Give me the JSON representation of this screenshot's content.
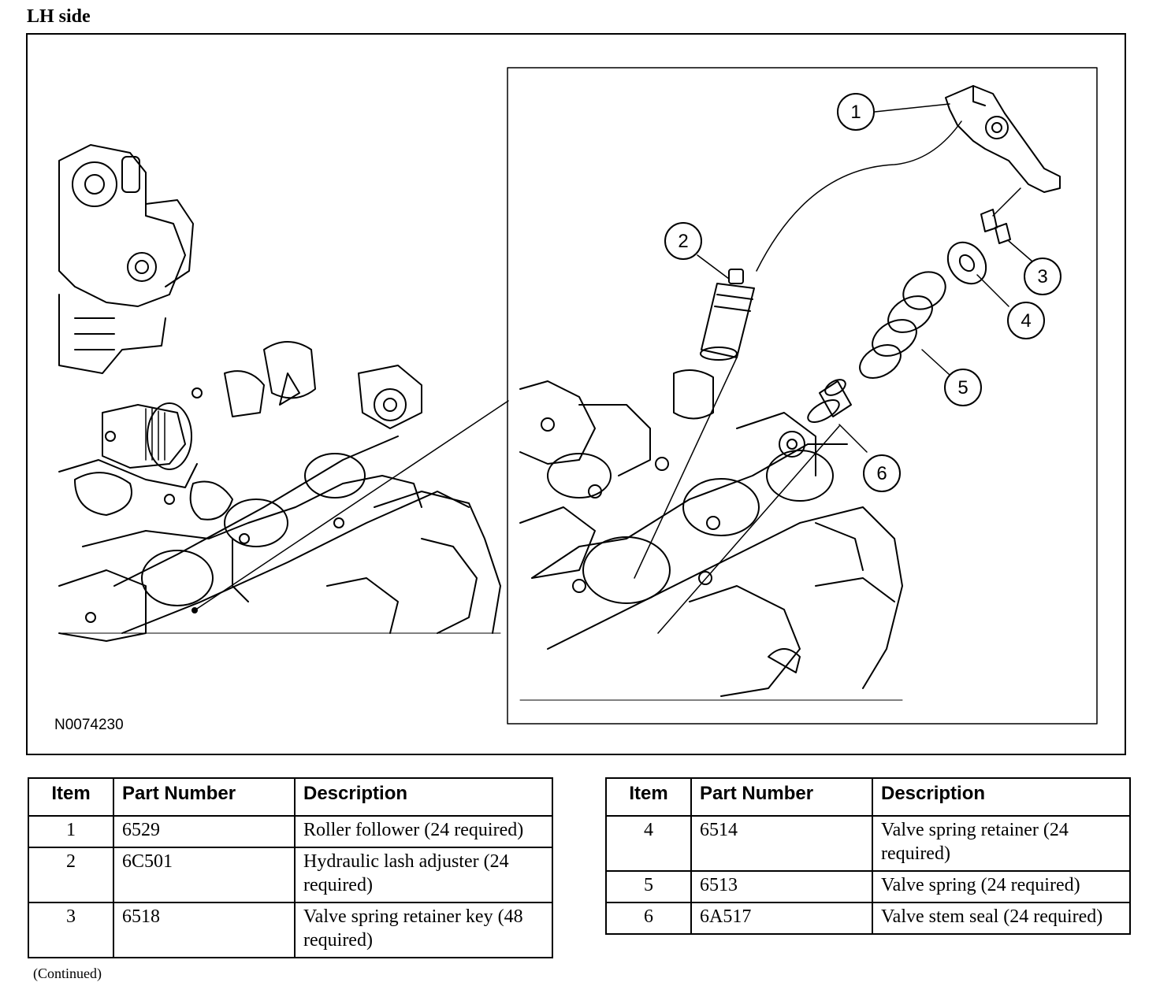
{
  "heading": "LH side",
  "figure": {
    "id_code": "N0074230",
    "callouts": [
      "1",
      "2",
      "3",
      "4",
      "5",
      "6"
    ]
  },
  "table_headers": {
    "item": "Item",
    "part_number": "Part Number",
    "description": "Description"
  },
  "tables": [
    {
      "rows": [
        {
          "item": "1",
          "part_number": "6529",
          "description": "Roller follower (24 required)"
        },
        {
          "item": "2",
          "part_number": "6C501",
          "description": "Hydraulic lash adjuster (24 required)"
        },
        {
          "item": "3",
          "part_number": "6518",
          "description": "Valve spring retainer key (48 required)"
        }
      ]
    },
    {
      "rows": [
        {
          "item": "4",
          "part_number": "6514",
          "description": "Valve spring retainer (24 required)"
        },
        {
          "item": "5",
          "part_number": "6513",
          "description": "Valve spring (24 required)"
        },
        {
          "item": "6",
          "part_number": "6A517",
          "description": "Valve stem seal (24 required)"
        }
      ]
    }
  ],
  "continued_note": "(Continued)"
}
